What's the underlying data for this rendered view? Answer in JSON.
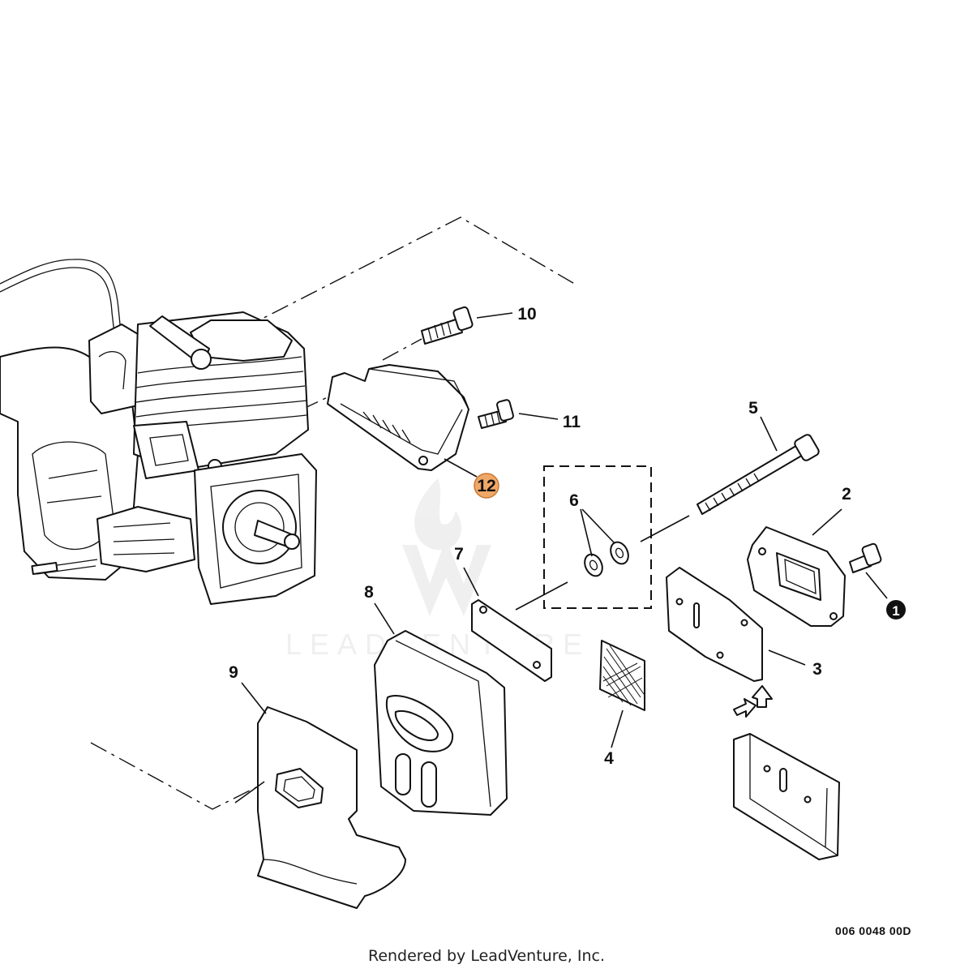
{
  "diagram": {
    "watermark_text": "LEADVENTURE",
    "drawing_number": "006 0048 00D",
    "credit": "Rendered by LeadVenture, Inc.",
    "highlight_color": "#f0a868",
    "callouts": [
      {
        "id": "c1",
        "label": "1",
        "style": "filled-circle"
      },
      {
        "id": "c2",
        "label": "2"
      },
      {
        "id": "c3",
        "label": "3"
      },
      {
        "id": "c4",
        "label": "4"
      },
      {
        "id": "c5",
        "label": "5"
      },
      {
        "id": "c6",
        "label": "6"
      },
      {
        "id": "c7",
        "label": "7"
      },
      {
        "id": "c8",
        "label": "8"
      },
      {
        "id": "c9",
        "label": "9"
      },
      {
        "id": "c10",
        "label": "10"
      },
      {
        "id": "c11",
        "label": "11"
      },
      {
        "id": "c12",
        "label": "12",
        "style": "highlighted-circle"
      }
    ]
  }
}
